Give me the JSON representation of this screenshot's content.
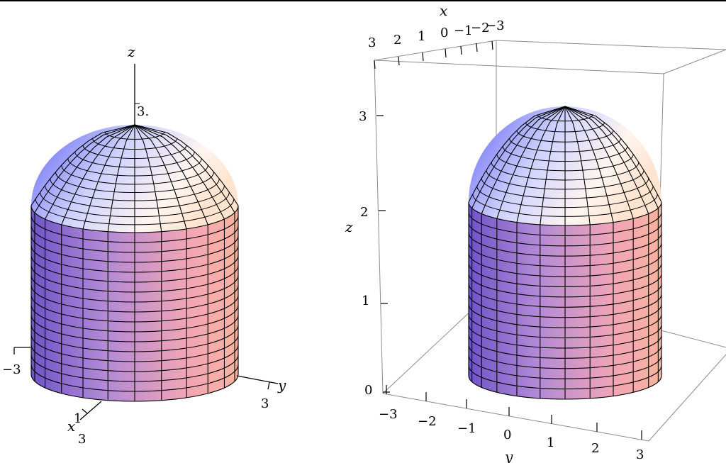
{
  "left_plot": {
    "axis_labels": {
      "z": "z",
      "y": "y",
      "x": "x"
    },
    "tick_labels": {
      "z_top": "3.",
      "y_neg": "−3",
      "y_pos": "3",
      "x_pos": "3",
      "x_one": "1"
    }
  },
  "right_plot": {
    "axis_labels": {
      "x": "x",
      "y": "y",
      "z": "z"
    },
    "x_ticks": [
      "3",
      "2",
      "1",
      "0",
      "−1",
      "−2",
      "−3"
    ],
    "y_ticks": [
      "−3",
      "−2",
      "−1",
      "0",
      "1",
      "2",
      "3"
    ],
    "z_ticks": [
      "0",
      "1",
      "2",
      "3"
    ]
  },
  "colors": {
    "cylinder_left": "#9a7fd0",
    "cylinder_right": "#f7a6a6",
    "cap_top": "#fff6f6",
    "cap_left": "#6a6af0",
    "mesh": "#000000",
    "box": "#888888"
  }
}
